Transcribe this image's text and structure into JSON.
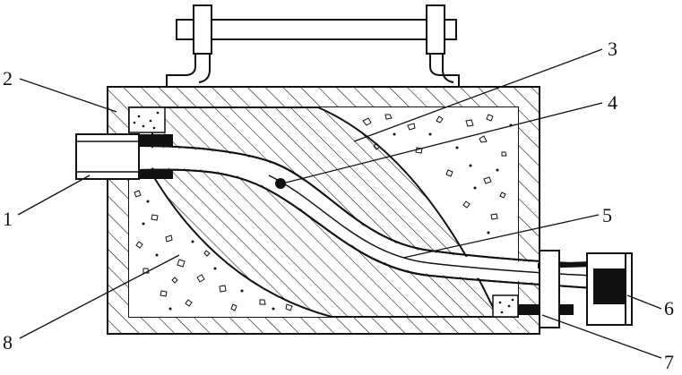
{
  "labels": [
    "1",
    "2",
    "3",
    "4",
    "5",
    "6",
    "7",
    "8"
  ],
  "colors": {
    "ink": "#111111",
    "paper": "#ffffff",
    "hatch_fill": "#ffffff"
  },
  "hatch": {
    "housing": "diagonal-hatch",
    "core": "diagonal-hatch",
    "filler": "speckled-aggregate"
  }
}
